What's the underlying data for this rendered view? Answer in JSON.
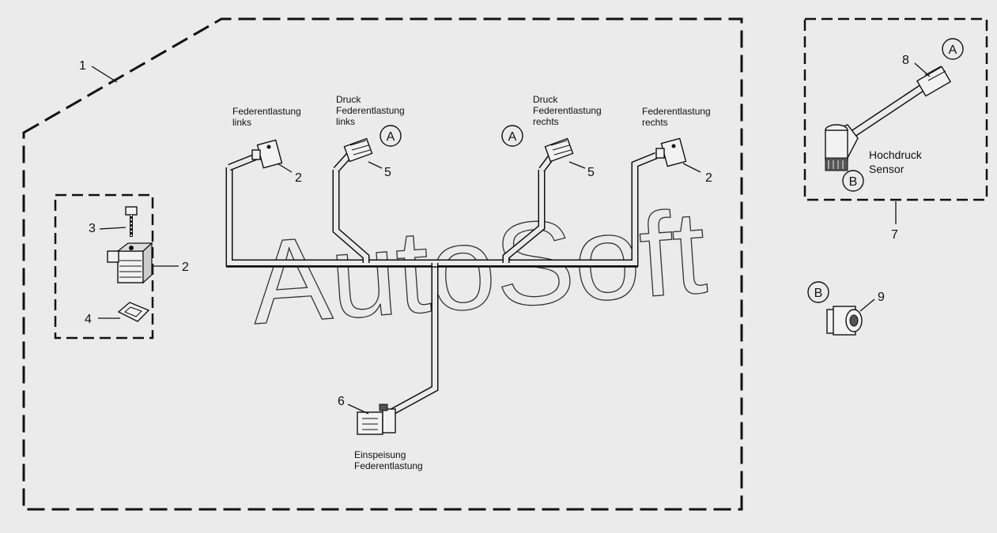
{
  "labels": {
    "federentlastung_links": [
      "Federentlastung",
      "links"
    ],
    "druck_federentlastung_links": [
      "Druck",
      "Federentlastung",
      "links"
    ],
    "druck_federentlastung_rechts": [
      "Druck",
      "Federentlastung",
      "rechts"
    ],
    "federentlastung_rechts": [
      "Federentlastung",
      "rechts"
    ],
    "einspeisung_federentlastung": [
      "Einspeisung",
      "Federentlastung"
    ],
    "hochdruck_sensor": [
      "Hochdruck",
      "Sensor"
    ]
  },
  "part_numbers": {
    "n1": "1",
    "n2_detail": "2",
    "n3": "3",
    "n4": "4",
    "n2_left": "2",
    "n5_left": "5",
    "n5_right": "5",
    "n2_right": "2",
    "n6": "6",
    "n7": "7",
    "n8": "8",
    "n9": "9"
  },
  "callouts": {
    "a_left": "A",
    "a_mid": "A",
    "a_sensor": "A",
    "b_sensor": "B",
    "b_part9": "B"
  },
  "watermark": "AutoSoft",
  "colors": {
    "background": "#ebebeb",
    "line": "#111111"
  }
}
